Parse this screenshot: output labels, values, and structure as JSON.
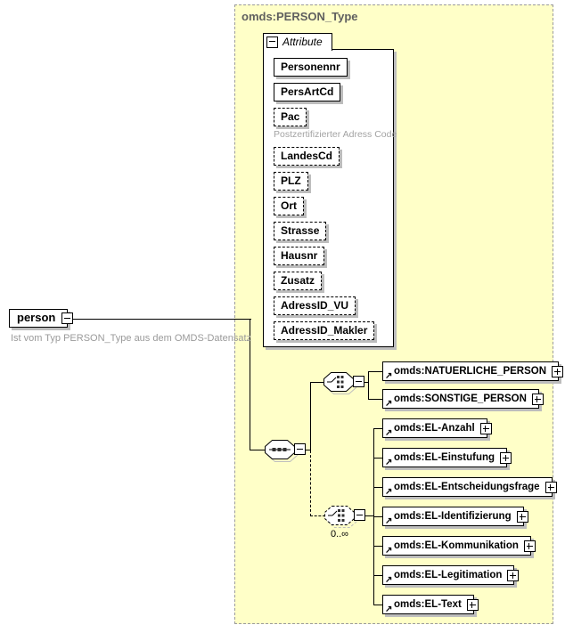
{
  "icons": {
    "reference_arrow": "↗"
  },
  "colors": {
    "container_bg": "#ffffc8",
    "container_border": "#9b9b9b",
    "box_bg": "#ffffff",
    "box_border": "#000000",
    "shadow": "#bdbdbd",
    "type_title_text": "#5f5f5f",
    "muted_text": "#9a9a9a"
  },
  "diagram": {
    "root": {
      "label": "person",
      "annotation": "Ist vom Typ PERSON_Type aus dem OMDS-Datensatz"
    },
    "type_box": {
      "title": "omds:PERSON_Type"
    },
    "attributes_section": {
      "tab_label": "Attribute",
      "items": [
        {
          "label": "Personennr",
          "required": true
        },
        {
          "label": "PersArtCd",
          "required": true
        },
        {
          "label": "Pac",
          "required": false,
          "note": "Postzertifizierter Adress Code"
        },
        {
          "label": "LandesCd",
          "required": false
        },
        {
          "label": "PLZ",
          "required": false
        },
        {
          "label": "Ort",
          "required": false
        },
        {
          "label": "Strasse",
          "required": false
        },
        {
          "label": "Hausnr",
          "required": false
        },
        {
          "label": "Zusatz",
          "required": false
        },
        {
          "label": "AdressID_VU",
          "required": false
        },
        {
          "label": "AdressID_Makler",
          "required": false
        }
      ]
    },
    "person_choice": {
      "items": [
        {
          "label": "omds:NATUERLICHE_PERSON"
        },
        {
          "label": "omds:SONSTIGE_PERSON"
        }
      ]
    },
    "el_choice": {
      "occurrence": "0..∞",
      "items": [
        {
          "label": "omds:EL-Anzahl"
        },
        {
          "label": "omds:EL-Einstufung"
        },
        {
          "label": "omds:EL-Entscheidungsfrage"
        },
        {
          "label": "omds:EL-Identifizierung"
        },
        {
          "label": "omds:EL-Kommunikation"
        },
        {
          "label": "omds:EL-Legitimation"
        },
        {
          "label": "omds:EL-Text"
        }
      ]
    }
  }
}
